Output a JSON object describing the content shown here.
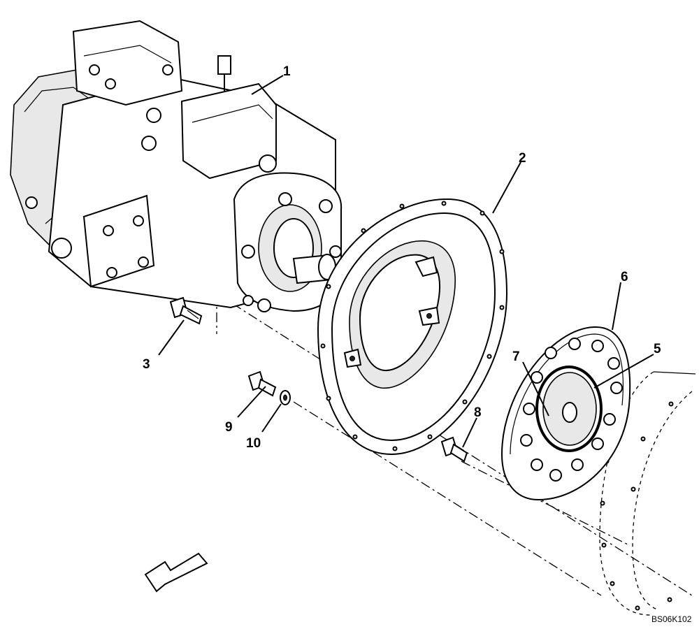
{
  "diagram": {
    "reference_code": "BS06K102",
    "callouts": [
      {
        "id": "1",
        "label": "1"
      },
      {
        "id": "2",
        "label": "2"
      },
      {
        "id": "3",
        "label": "3"
      },
      {
        "id": "5",
        "label": "5"
      },
      {
        "id": "6",
        "label": "6"
      },
      {
        "id": "7",
        "label": "7"
      },
      {
        "id": "8",
        "label": "8"
      },
      {
        "id": "9",
        "label": "9"
      },
      {
        "id": "10",
        "label": "10"
      }
    ],
    "icons": {
      "direction_arrow": "arrow-icon"
    }
  }
}
